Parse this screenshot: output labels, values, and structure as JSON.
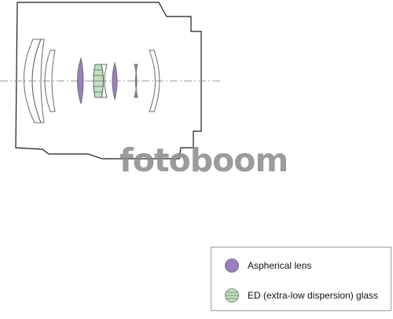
{
  "watermark": {
    "text": "fotoboom",
    "color": "#8a8a8a"
  },
  "legend": {
    "items": [
      {
        "label": "Aspherical lens",
        "kind": "aspherical",
        "color": "#9b7fc0"
      },
      {
        "label": "ED (extra-low dispersion) glass",
        "kind": "ed",
        "color": "#bfe0c0"
      }
    ]
  },
  "colors": {
    "outline": "#1a1a1a",
    "lens_stroke": "#6a6a6a",
    "optical_axis": "#9a9a9a"
  }
}
